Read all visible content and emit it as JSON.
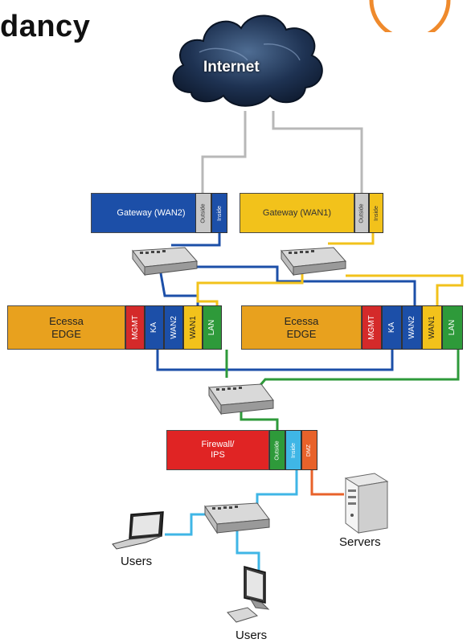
{
  "title_fragment": "dancy",
  "internet_label": "Internet",
  "gateways": [
    {
      "label": "Gateway (WAN2)",
      "port_outside": "Outside",
      "port_inside": "Inside"
    },
    {
      "label": "Gateway (WAN1)",
      "port_outside": "Outside",
      "port_inside": "Inside"
    }
  ],
  "edge_units": [
    {
      "label": "Ecessa EDGE",
      "ports": [
        "MGMT",
        "KA",
        "WAN2",
        "WAN1",
        "LAN"
      ]
    },
    {
      "label": "Ecessa EDGE",
      "ports": [
        "MGMT",
        "KA",
        "WAN2",
        "WAN1",
        "LAN"
      ]
    }
  ],
  "firewall": {
    "label": "Firewall/ IPS",
    "ports": [
      "Outside",
      "Inside",
      "DMZ"
    ]
  },
  "endpoints": {
    "users_laptop": "Users",
    "users_desktop": "Users",
    "servers": "Servers"
  },
  "colors": {
    "wan2_blue": "#1c4fa8",
    "wan1_yellow": "#f2c21b",
    "edge_orange": "#e8a11e",
    "mgmt_red": "#d42a2a",
    "lan_green": "#2e9a3a",
    "firewall_red": "#e02424",
    "inside_cyan": "#3fb6e6",
    "dmz_orange": "#e8622a",
    "cable_gray": "#b8b8b8"
  }
}
